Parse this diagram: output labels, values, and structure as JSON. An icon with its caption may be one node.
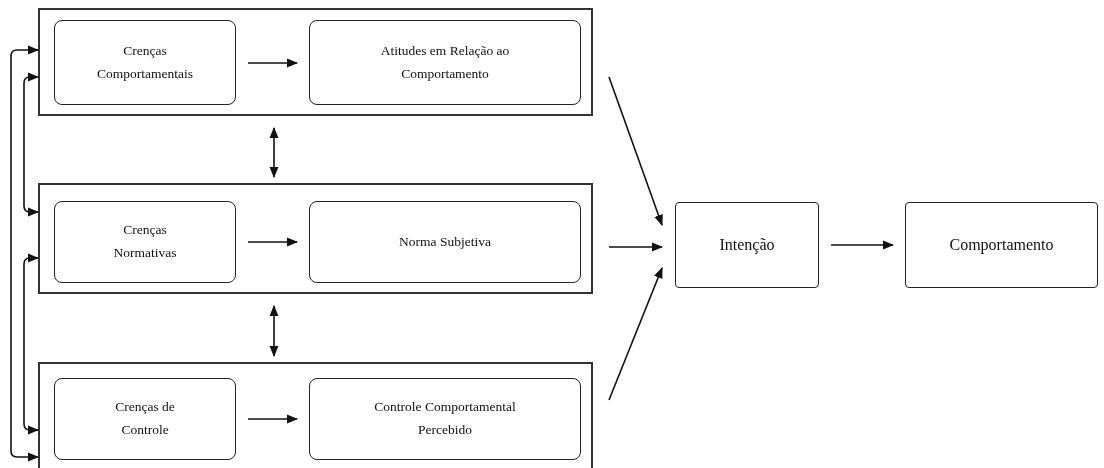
{
  "diagram": {
    "nodes": [
      {
        "text": [],
        "shape": "box"
      },
      {
        "text": [
          "Crenças Comportamentais"
        ],
        "in": 0
      },
      {
        "text": [
          "Atitudes em Relação ao Comportamento"
        ],
        "in": 0
      },
      {
        "text": [],
        "shape": "box"
      },
      {
        "text": [
          "Crenças Normativas"
        ],
        "in": 3
      },
      {
        "text": [
          "Norma Subjetiva"
        ],
        "in": 3
      },
      {
        "text": [],
        "shape": "box"
      },
      {
        "text": [
          "Crenças de Controle"
        ],
        "in": 6
      },
      {
        "text": [
          "Controle Comportamental Percebido"
        ],
        "in": 6
      },
      {
        "text": [
          "Intenção"
        ]
      },
      {
        "text": [
          "Comportamento"
        ]
      }
    ],
    "edges": [
      {
        "from": 1,
        "to": 2,
        "arrow": "to"
      },
      {
        "from": 4,
        "to": 5,
        "arrow": "to"
      },
      {
        "from": 7,
        "to": 8,
        "arrow": "to"
      },
      {
        "from": 0,
        "to": 3,
        "arrow": "both"
      },
      {
        "from": 3,
        "to": 6,
        "arrow": "both"
      },
      {
        "from": 0,
        "to": 6,
        "arrow": "both"
      },
      {
        "from": 0,
        "to": 3,
        "arrow": "both"
      },
      {
        "from": 3,
        "to": 6,
        "arrow": "both"
      },
      {
        "from": 0,
        "to": 9,
        "arrow": "to"
      },
      {
        "from": 3,
        "to": 9,
        "arrow": "to"
      },
      {
        "from": 6,
        "to": 9,
        "arrow": "to"
      },
      {
        "from": 9,
        "to": 10,
        "arrow": "to"
      }
    ]
  }
}
